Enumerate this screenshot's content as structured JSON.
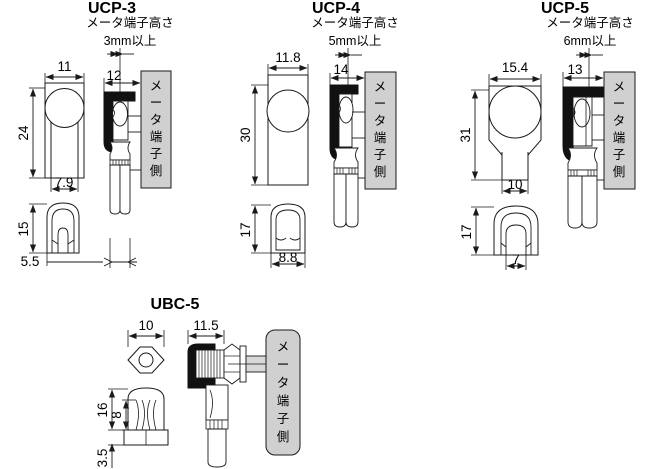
{
  "page": {
    "background": "#ffffff",
    "line_color": "#1a1a1a",
    "fill_gray": "#d0d0d0",
    "fill_boot": "#111111",
    "fill_white": "#ffffff"
  },
  "meter_label": "メータ端子側",
  "meter_label_chars": [
    "メ",
    "ー",
    "タ",
    "端",
    "子",
    "側"
  ],
  "panels": [
    {
      "id": "ucp-3",
      "title": "UCP-3",
      "clearance_note_line1": "メータ端子高さ",
      "clearance_note_line2": "3mm以上",
      "dims": {
        "front_width": "11",
        "front_height": "24",
        "front_neck": "7.9",
        "side_height": "15",
        "side_width": "5.5",
        "depth": "12"
      }
    },
    {
      "id": "ucp-4",
      "title": "UCP-4",
      "clearance_note_line1": "メータ端子高さ",
      "clearance_note_line2": "5mm以上",
      "dims": {
        "front_width": "11.8",
        "front_height": "30",
        "side_height": "17",
        "side_width": "8.8",
        "depth": "14"
      }
    },
    {
      "id": "ucp-5",
      "title": "UCP-5",
      "clearance_note_line1": "メータ端子高さ",
      "clearance_note_line2": "6mm以上",
      "dims": {
        "front_width": "15.4",
        "front_height": "31",
        "front_neck": "10",
        "side_height": "17",
        "side_width": "7",
        "depth": "13"
      }
    },
    {
      "id": "ubc-5",
      "title": "UBC-5",
      "dims": {
        "hex_width": "10",
        "body_width": "11.5",
        "total_height": "16",
        "mid_height": "8",
        "base_height": "3.5"
      }
    }
  ]
}
